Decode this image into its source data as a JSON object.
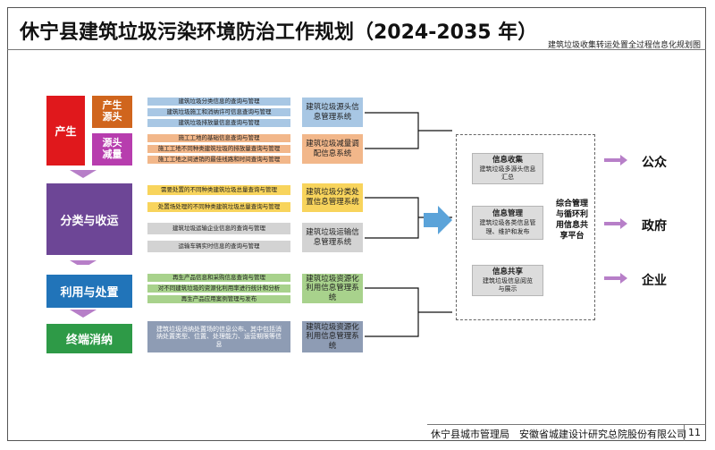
{
  "header": {
    "title": "休宁县建筑垃圾污染环境防治工作规划（2024-2035 年）",
    "subtitle": "建筑垃圾收集转运处置全过程信息化规划图"
  },
  "stages": {
    "produce": "产生",
    "source": "产生源头",
    "reduce": "源头减量",
    "classify": "分类与收运",
    "utilize": "利用与处置",
    "final": "终端消纳"
  },
  "items": {
    "source": [
      "建筑垃圾分类信息的查询与管理",
      "建筑垃圾施工和消纳许可信息查询与管理",
      "建筑垃圾排放量信息查询与管理"
    ],
    "reduce": [
      "施工工地的基础信息查询与管理",
      "施工工地不同种类建筑垃圾的排放量查询与管理",
      "施工工地之间进销的最佳线路和时间查询与管理"
    ],
    "classify": [
      "需要处置的不同种类建筑垃圾总量查询与管理",
      "处置场处理的不同种类建筑垃圾总量查询与管理"
    ],
    "transport": [
      "建筑垃圾运输企业信息的查询与管理",
      "运输车辆实时信息的查询与管理"
    ],
    "utilize": [
      "再生产品信息和采购信息查询与管理",
      "对不同建筑垃圾的资源化利用率进行统计和分析",
      "再生产品应用案例管理与发布"
    ],
    "final": [
      "建筑垃圾消纳处置场的信息公布、其中包括消纳处置类型、位置、处理能力、运营期限等信息"
    ]
  },
  "systems": {
    "source": "建筑垃圾源头信息管理系统",
    "reduce": "建筑垃圾减量调配信息系统",
    "classify": "建筑垃圾分类处置信息管理系统",
    "transport": "建筑垃圾运输信息管理系统",
    "utilize": "建筑垃圾资源化利用信息管理系统",
    "final": "建筑垃圾资源化利用信息管理系统"
  },
  "platform": {
    "cells": [
      {
        "title": "信息收集",
        "desc": "建筑垃圾多源头信息汇总"
      },
      {
        "title": "信息管理",
        "desc": "建筑垃圾各类信息管理、维护和发布"
      },
      {
        "title": "信息共享",
        "desc": "建筑垃圾信息阅览与展示"
      }
    ],
    "name": "综合管理与循环利用信息共享平台"
  },
  "audiences": [
    "公众",
    "政府",
    "企业"
  ],
  "footer": {
    "org": "休宁县城市管理局　安徽省城建设计研究总院股份有限公司",
    "page": "11"
  },
  "colors": {
    "red": "#e0181c",
    "orange": "#d0651d",
    "purple_box": "#b73dae",
    "purple": "#6d4696",
    "blue": "#2174b9",
    "green": "#2e9a47",
    "arrow_purple": "#b77fc8",
    "bar_blue": "#a8c7e4",
    "bar_orange": "#f2b78a",
    "bar_yellow": "#f8d45c",
    "bar_gray": "#d3d3d3",
    "bar_green": "#a8d28c",
    "bar_slate": "#8e9cb4"
  }
}
